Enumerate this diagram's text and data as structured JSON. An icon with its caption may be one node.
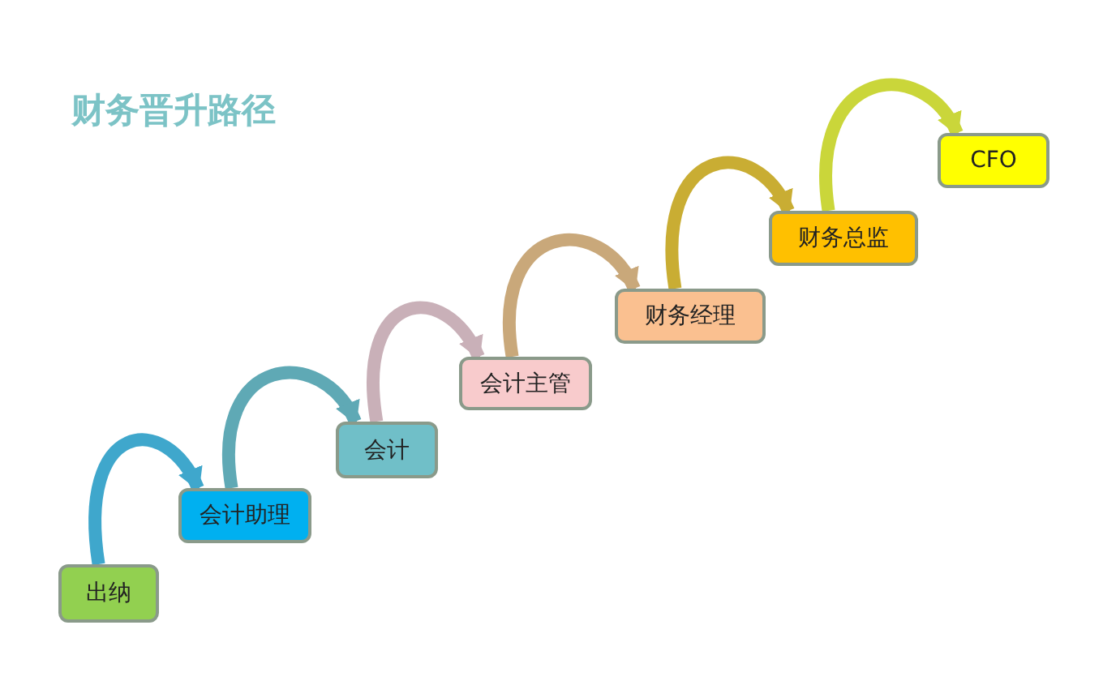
{
  "diagram": {
    "title": "财务晋升路径",
    "nodes": [
      {
        "text": [
          "出纳"
        ]
      },
      {
        "text": [
          "会计助理"
        ]
      },
      {
        "text": [
          "会计"
        ]
      },
      {
        "text": [
          "会计主管"
        ]
      },
      {
        "text": [
          "财务经理"
        ]
      },
      {
        "text": [
          "财务总监"
        ]
      },
      {
        "text": [
          "CFO"
        ]
      }
    ],
    "edges": [
      {
        "from": 0,
        "to": 1,
        "arrow": "to",
        "color": "#3fa7cc"
      },
      {
        "from": 1,
        "to": 2,
        "arrow": "to",
        "color": "#5fa9b5"
      },
      {
        "from": 2,
        "to": 3,
        "arrow": "to",
        "color": "#c9b0b8"
      },
      {
        "from": 3,
        "to": 4,
        "arrow": "to",
        "color": "#c9a87a"
      },
      {
        "from": 4,
        "to": 5,
        "arrow": "to",
        "color": "#c9ad33"
      },
      {
        "from": 5,
        "to": 6,
        "arrow": "to",
        "color": "#cad63a"
      }
    ]
  }
}
